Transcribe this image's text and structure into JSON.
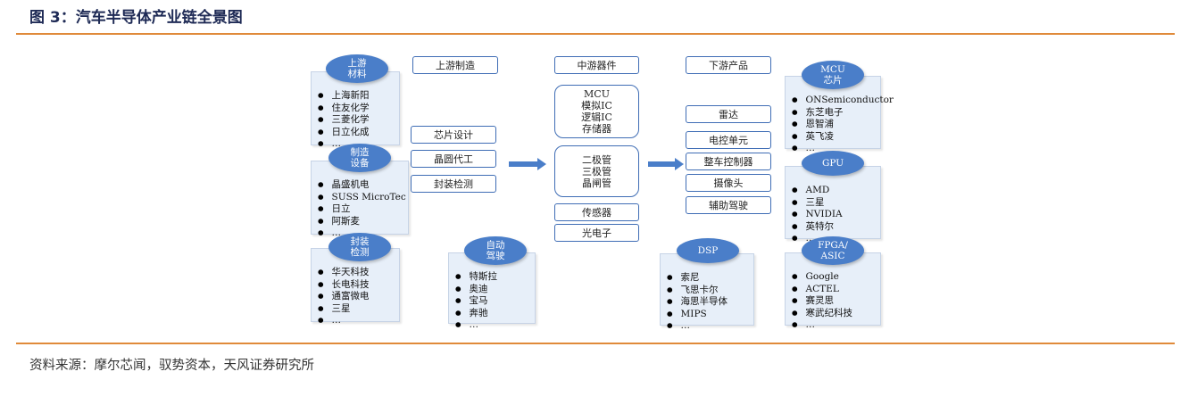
{
  "figure_title": "图 3：汽车半导体产业链全景图",
  "source": "资料来源：摩尔芯闻，驭势资本，天风证券研究所",
  "column_headers": {
    "upstream": "上游制造",
    "midstream": "中游器件",
    "downstream": "下游产品"
  },
  "upstream_items": [
    "芯片设计",
    "晶圆代工",
    "封装检测"
  ],
  "midstream": {
    "chips": [
      "MCU",
      "模拟IC",
      "逻辑IC",
      "存储器"
    ],
    "discretes": [
      "二极管",
      "三极管",
      "晶闸管"
    ],
    "sensor": "传感器",
    "optoelectronics": "光电子"
  },
  "downstream_items": [
    "雷达",
    "电控单元",
    "整车控制器",
    "摄像头",
    "辅助驾驶"
  ],
  "panels": {
    "materials": {
      "line1": "上游",
      "line2": "材料",
      "items": [
        "上海新阳",
        "住友化学",
        "三菱化学",
        "日立化成",
        "…"
      ]
    },
    "equipment": {
      "line1": "制造",
      "line2": "设备",
      "items": [
        "晶盛机电",
        "SUSS MicroTec",
        "日立",
        "阿斯麦",
        "…"
      ]
    },
    "packaging": {
      "line1": "封装",
      "line2": "检测",
      "items": [
        "华天科技",
        "长电科技",
        "通富微电",
        "三星",
        "…"
      ]
    },
    "autodrive": {
      "line1": "自动",
      "line2": "驾驶",
      "items": [
        "特斯拉",
        "奥迪",
        "宝马",
        "奔驰",
        "…"
      ]
    },
    "dsp": {
      "line1": "DSP",
      "line2": "",
      "items": [
        "索尼",
        "飞思卡尔",
        "海思半导体",
        "MIPS",
        "…"
      ]
    },
    "mcu": {
      "line1": "MCU",
      "line2": "芯片",
      "items": [
        "ONSemiconductor",
        "东芝电子",
        "恩智浦",
        "英飞凌",
        "…"
      ]
    },
    "gpu": {
      "line1": "GPU",
      "line2": "",
      "items": [
        "AMD",
        "三星",
        "NVIDIA",
        "英特尔",
        "…"
      ]
    },
    "fpga": {
      "line1": "FPGA/",
      "line2": "ASIC",
      "items": [
        "Google",
        "ACTEL",
        "赛灵思",
        "寒武纪科技",
        "…"
      ]
    }
  },
  "colors": {
    "accent_rule": "#e08a3a",
    "pill": "#4a7ec9",
    "panel": "#e7eff9",
    "box_border": "#3f6db5",
    "arrow": "#4a7ec9"
  }
}
